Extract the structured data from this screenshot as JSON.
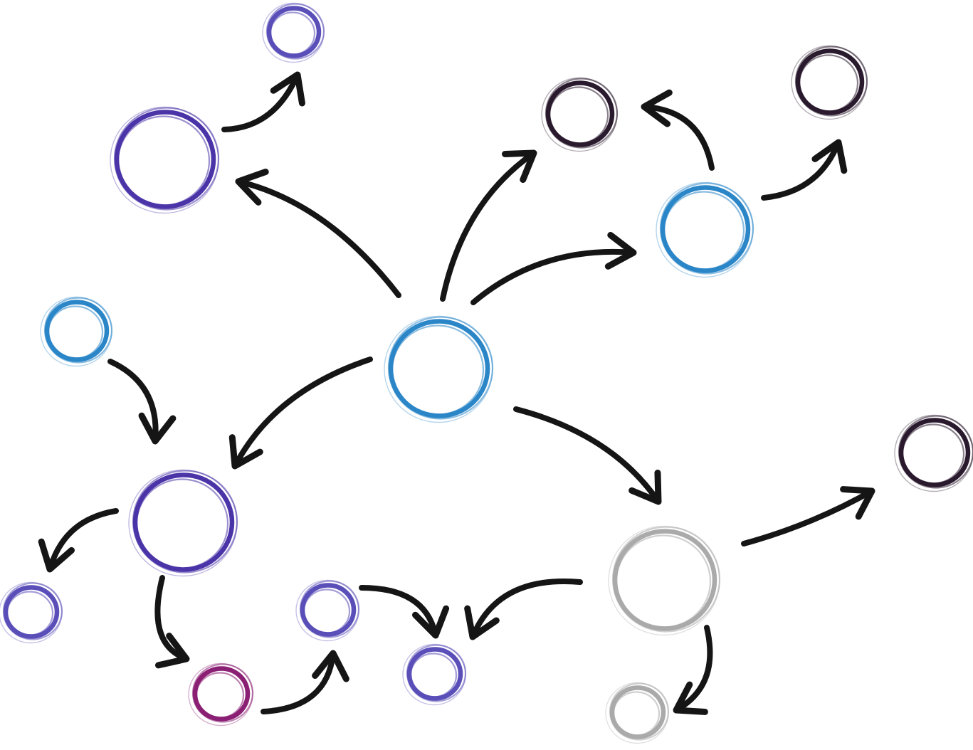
{
  "diagram": {
    "type": "network-graph",
    "colors": {
      "blue": "#2b86c8",
      "purple": "#4b34a8",
      "violet": "#5a4fb8",
      "dark": "#2a1a2e",
      "magenta": "#8a1f74",
      "gray": "#aaaaaa",
      "arrow": "#151515"
    },
    "nodes": [
      {
        "id": "center",
        "color": "blue",
        "size": "large"
      },
      {
        "id": "top-left",
        "color": "purple",
        "size": "large"
      },
      {
        "id": "top-left-top",
        "color": "violet",
        "size": "small"
      },
      {
        "id": "top-mid",
        "color": "dark",
        "size": "small"
      },
      {
        "id": "right",
        "color": "blue",
        "size": "large"
      },
      {
        "id": "top-right",
        "color": "dark",
        "size": "small"
      },
      {
        "id": "left-small",
        "color": "blue",
        "size": "small"
      },
      {
        "id": "left-large",
        "color": "purple",
        "size": "large"
      },
      {
        "id": "far-left",
        "color": "violet",
        "size": "small"
      },
      {
        "id": "bottom-magenta",
        "color": "magenta",
        "size": "small"
      },
      {
        "id": "bottom-mid-a",
        "color": "violet",
        "size": "small"
      },
      {
        "id": "bottom-mid-b",
        "color": "violet",
        "size": "small"
      },
      {
        "id": "gray-large",
        "color": "gray",
        "size": "large"
      },
      {
        "id": "gray-small",
        "color": "gray",
        "size": "small"
      },
      {
        "id": "far-right",
        "color": "dark",
        "size": "small"
      }
    ],
    "edges": [
      {
        "from": "center",
        "to": "top-left"
      },
      {
        "from": "center",
        "to": "top-mid"
      },
      {
        "from": "center",
        "to": "right"
      },
      {
        "from": "center",
        "to": "left-large"
      },
      {
        "from": "center",
        "to": "gray-large"
      },
      {
        "from": "top-left",
        "to": "top-left-top"
      },
      {
        "from": "right",
        "to": "top-mid"
      },
      {
        "from": "right",
        "to": "top-right"
      },
      {
        "from": "left-small",
        "to": "left-large"
      },
      {
        "from": "left-large",
        "to": "far-left"
      },
      {
        "from": "left-large",
        "to": "bottom-magenta"
      },
      {
        "from": "bottom-magenta",
        "to": "bottom-mid-a"
      },
      {
        "from": "bottom-mid-a",
        "to": "bottom-mid-b"
      },
      {
        "from": "gray-large",
        "to": "bottom-mid-b"
      },
      {
        "from": "gray-large",
        "to": "far-right"
      },
      {
        "from": "gray-large",
        "to": "gray-small"
      }
    ]
  }
}
